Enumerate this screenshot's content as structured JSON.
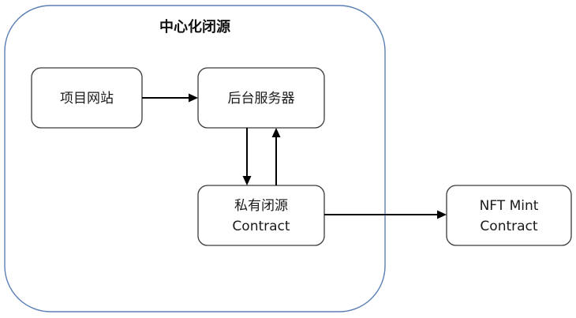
{
  "group": {
    "title": "中心化闭源"
  },
  "nodes": {
    "website": {
      "line1": "项目网站"
    },
    "backend": {
      "line1": "后台服务器"
    },
    "private_contract": {
      "line1": "私有闭源",
      "line2": "Contract"
    },
    "nft_contract": {
      "line1": "NFT Mint",
      "line2": "Contract"
    }
  },
  "edges": [
    {
      "from": "website",
      "to": "backend"
    },
    {
      "from": "backend",
      "to": "private_contract"
    },
    {
      "from": "private_contract",
      "to": "backend"
    },
    {
      "from": "private_contract",
      "to": "nft_contract"
    }
  ]
}
